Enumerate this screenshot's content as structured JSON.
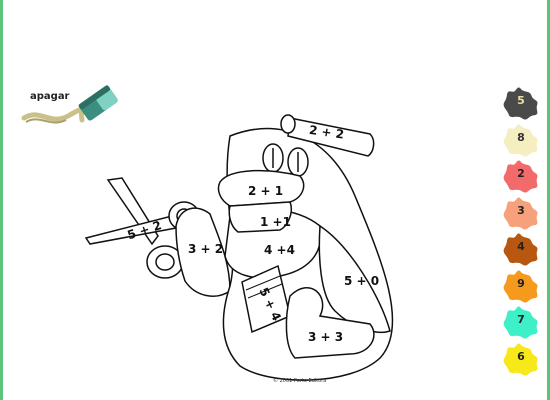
{
  "eraser": {
    "label": "apagar"
  },
  "drawing": {
    "sums": {
      "hat": "2 + 2",
      "beak_top": "2 + 1",
      "beak_bottom": "1 +1",
      "scissors": "5 + 2",
      "wing": "3 + 2",
      "belly": "4 +4",
      "body_right": "5 + 0",
      "paper": "5 + 4",
      "feet": "3 + 3"
    },
    "copyright": "© 2001 Porto Editora"
  },
  "palette": [
    {
      "number": "5",
      "color": "#4a4a4a",
      "text_color": "#e8e0a0"
    },
    {
      "number": "8",
      "color": "#f5eec0",
      "text_color": "#333333"
    },
    {
      "number": "2",
      "color": "#f26a6a",
      "text_color": "#222222"
    },
    {
      "number": "3",
      "color": "#f7a07c",
      "text_color": "#222222"
    },
    {
      "number": "4",
      "color": "#b8570f",
      "text_color": "#222222"
    },
    {
      "number": "9",
      "color": "#f59a1c",
      "text_color": "#222222"
    },
    {
      "number": "7",
      "color": "#3ef0c8",
      "text_color": "#222222"
    },
    {
      "number": "6",
      "color": "#f7e81a",
      "text_color": "#222222"
    }
  ]
}
